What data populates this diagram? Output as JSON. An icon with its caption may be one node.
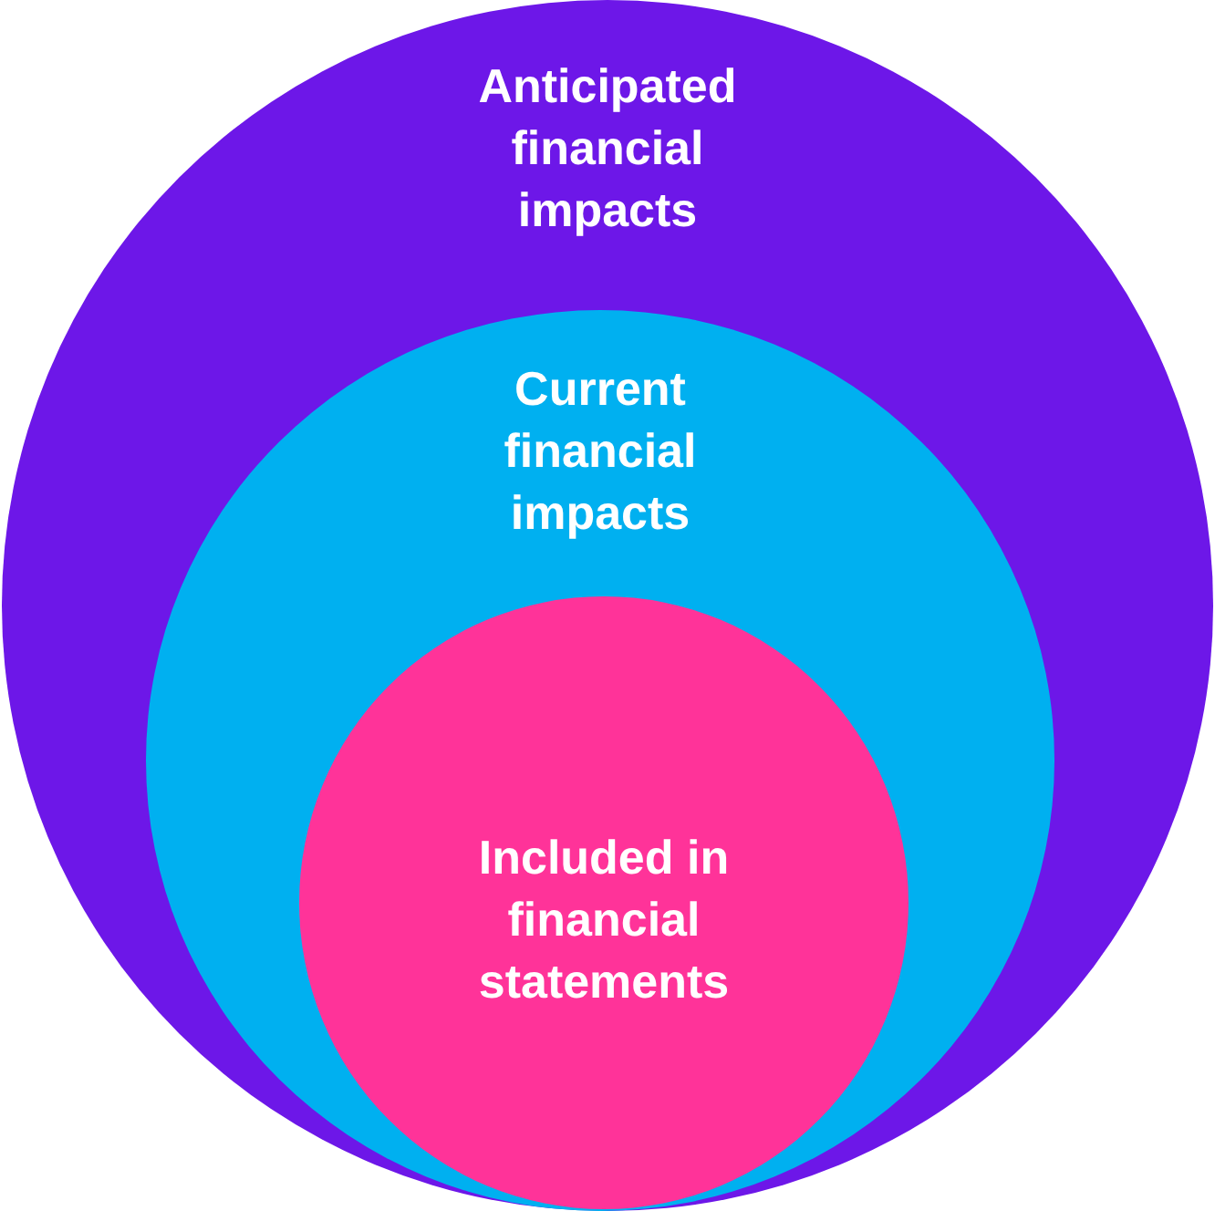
{
  "diagram": {
    "nodes": [
      {
        "text": [
          "Anticipated financial impacts"
        ]
      },
      {
        "text": [
          "Current financial impacts"
        ],
        "in": 0
      },
      {
        "text": [
          "Included in financial statements"
        ],
        "in": 1
      }
    ]
  }
}
